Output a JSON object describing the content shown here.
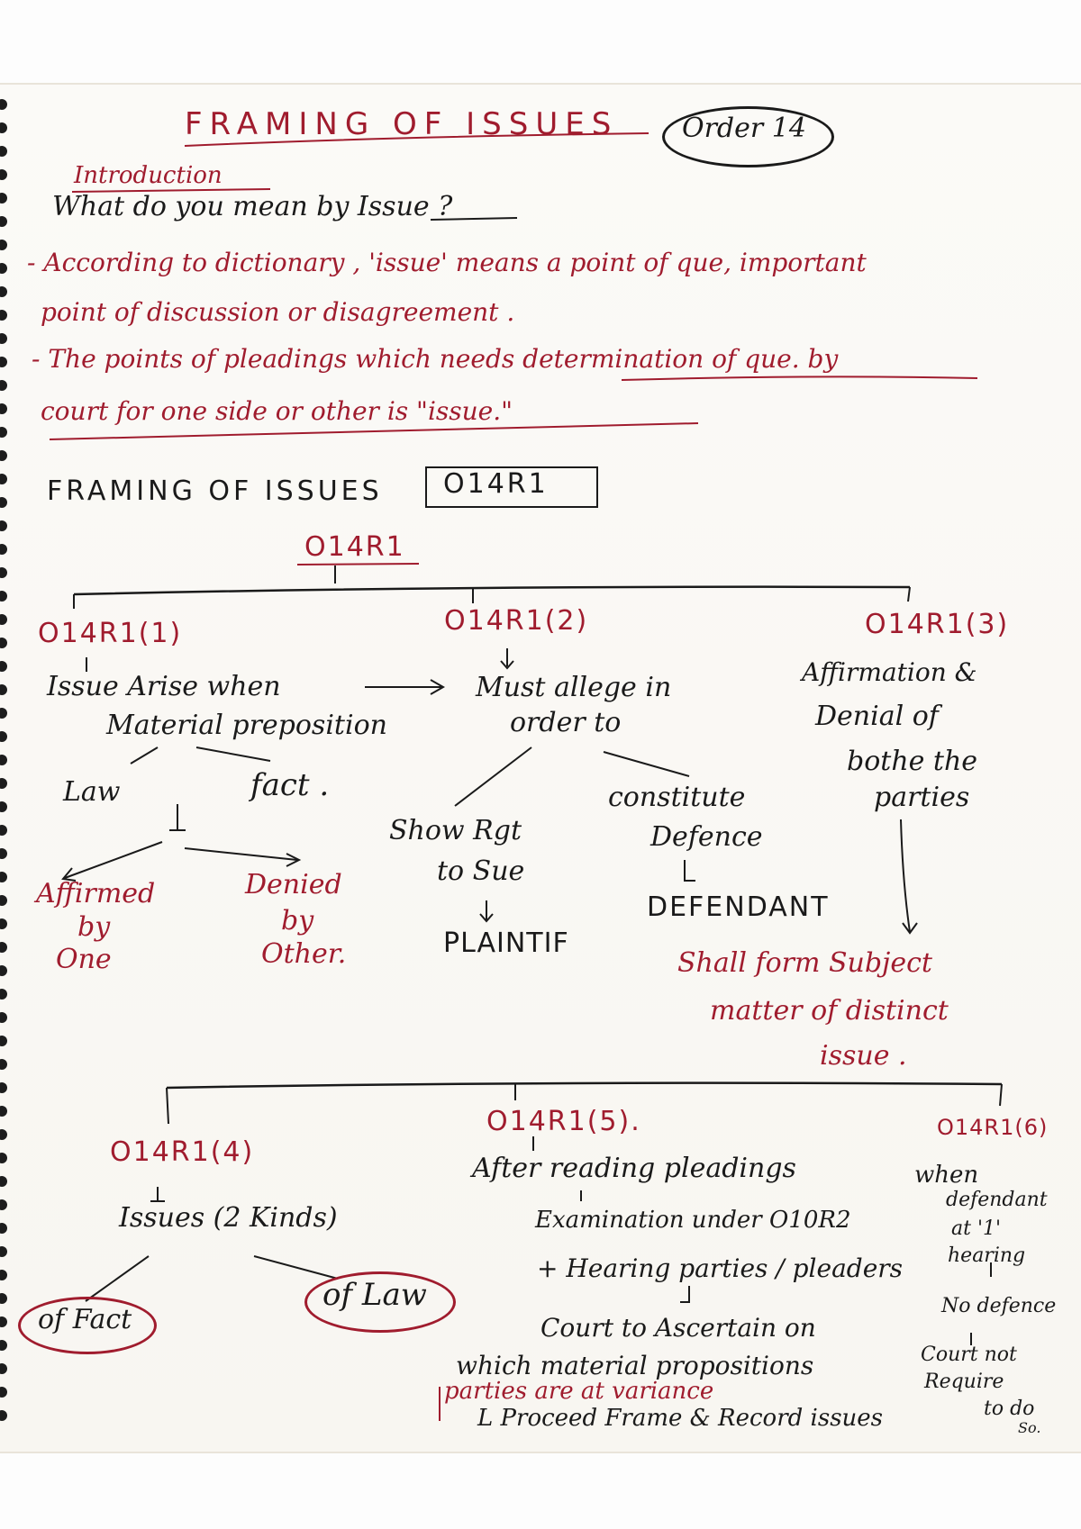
{
  "title": "FRAMING OF ISSUES",
  "title_badge": "Order 14",
  "intro_label": "Introduction",
  "question": "What do you mean by Issue ?",
  "def_line1": "- According to dictionary , 'issue' means a point of que, important",
  "def_line2": "point of discussion or disagreement .",
  "def_line3": "- The points of pleadings which needs determination of que. by",
  "def_line4": "court for one side or other is \"issue.\"",
  "section_heading": "FRAMING OF ISSUES",
  "section_box": "O14R1",
  "root_node": "O14R1",
  "branch1": {
    "label": "O14R1(1)",
    "line1": "Issue Arise when",
    "line2": "Material preposition",
    "law": "Law",
    "fact": "fact .",
    "affirmed_1": "Affirmed",
    "affirmed_2": "by",
    "affirmed_3": "One",
    "denied_1": "Denied",
    "denied_2": "by",
    "denied_3": "Other."
  },
  "branch2": {
    "label": "O14R1(2)",
    "line1": "Must allege in",
    "line2": "order to",
    "show_1": "Show Rgt",
    "show_2": "to Sue",
    "plaintiff": "PLAINTIF",
    "constitute_1": "constitute",
    "constitute_2": "Defence",
    "defendant": "DEFENDANT"
  },
  "branch3": {
    "label": "O14R1(3)",
    "line1": "Affirmation &",
    "line2": "Denial of",
    "line3": "bothe the",
    "line4": "parties",
    "shall_1": "Shall form Subject",
    "shall_2": "matter of distinct",
    "shall_3": "issue ."
  },
  "branch4": {
    "label": "O14R1(4)",
    "line1": "Issues (2 Kinds)",
    "fact": "of Fact",
    "law": "of Law"
  },
  "branch5": {
    "label": "O14R1(5).",
    "line1": "After reading pleadings",
    "line2": "Examination under O10R2",
    "line3": "+ Hearing parties / pleaders",
    "line4": "Court to Ascertain on",
    "line5": "which material propositions",
    "line6": "parties are at variance",
    "line7": "L Proceed Frame & Record issues"
  },
  "branch6": {
    "label": "O14R1(6)",
    "line1": "when",
    "line2": "defendant",
    "line3": "at '1'",
    "line4": "hearing",
    "line5": "No defence",
    "line6": "Court not",
    "line7": "Require",
    "line8": "to do",
    "line9": "So."
  },
  "colors": {
    "ink": "#1a1a1a",
    "red_ink": "#a01c2e",
    "paper": "#f8f6f1"
  }
}
